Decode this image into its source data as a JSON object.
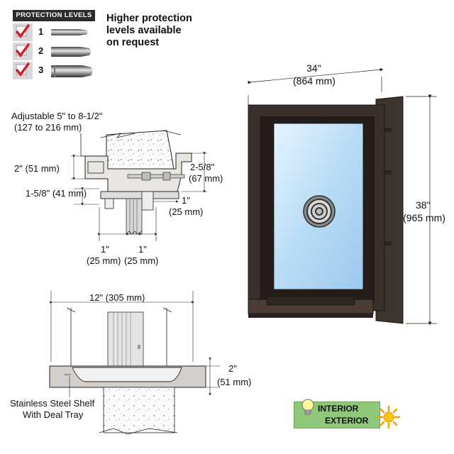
{
  "protection": {
    "header": "PROTECTION LEVELS",
    "levels": [
      {
        "number": "1"
      },
      {
        "number": "2"
      },
      {
        "number": "3"
      }
    ],
    "note_line1": "Higher protection",
    "note_line2": "levels available",
    "note_line3": "on request"
  },
  "front_view": {
    "width_in": "34\"",
    "width_mm": "(864 mm)",
    "height_in": "38\"",
    "height_mm": "(965 mm)",
    "frame_color": "#3a2f2a",
    "glass_color": "#b8dcf5"
  },
  "section_detail": {
    "adjustable_line1": "Adjustable 5\" to 8-1/2\"",
    "adjustable_line2": "(127 to 216 mm)",
    "dim_2_in": "2\" (51 mm)",
    "dim_158": "1-5/8\" (41 mm)",
    "dim_258_in": "2-5/8\"",
    "dim_258_mm": "(67 mm)",
    "dim_1_right_in": "1\"",
    "dim_1_right_mm": "(25 mm)",
    "dim_1a_in": "1\"",
    "dim_1a_mm": "(25 mm)",
    "dim_1b_in": "1\"",
    "dim_1b_mm": "(25 mm)"
  },
  "shelf_detail": {
    "width": "12\" (305 mm)",
    "depth_in": "2\"",
    "depth_mm": "(51 mm)",
    "label_line1": "Stainless Steel Shelf",
    "label_line2": "With Deal Tray"
  },
  "badge": {
    "interior": "INTERIOR",
    "exterior": "EXTERIOR",
    "bulb_icon": "light-bulb-icon",
    "sun_icon": "sun-icon"
  }
}
